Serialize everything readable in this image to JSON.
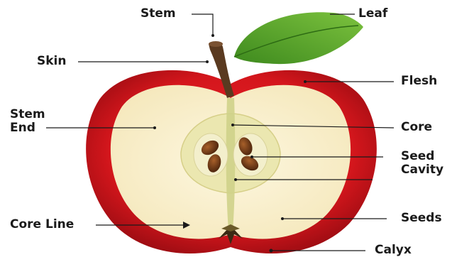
{
  "diagram": {
    "labels": {
      "stem": "Stem",
      "leaf": "Leaf",
      "skin": "Skin",
      "flesh": "Flesh",
      "stem_end_line1": "Stem",
      "stem_end_line2": "End",
      "core": "Core",
      "seed_cavity_line1": "Seed",
      "seed_cavity_line2": "Cavity",
      "seeds": "Seeds",
      "core_line": "Core Line",
      "calyx": "Calyx"
    },
    "colors": {
      "skin": "#d4161c",
      "skin_dark": "#8e0a10",
      "flesh": "#fbf2d2",
      "core": "#e6e3a6",
      "seed": "#6b3416",
      "stem": "#5a3a20",
      "leaf": "#4f9a2a"
    }
  }
}
